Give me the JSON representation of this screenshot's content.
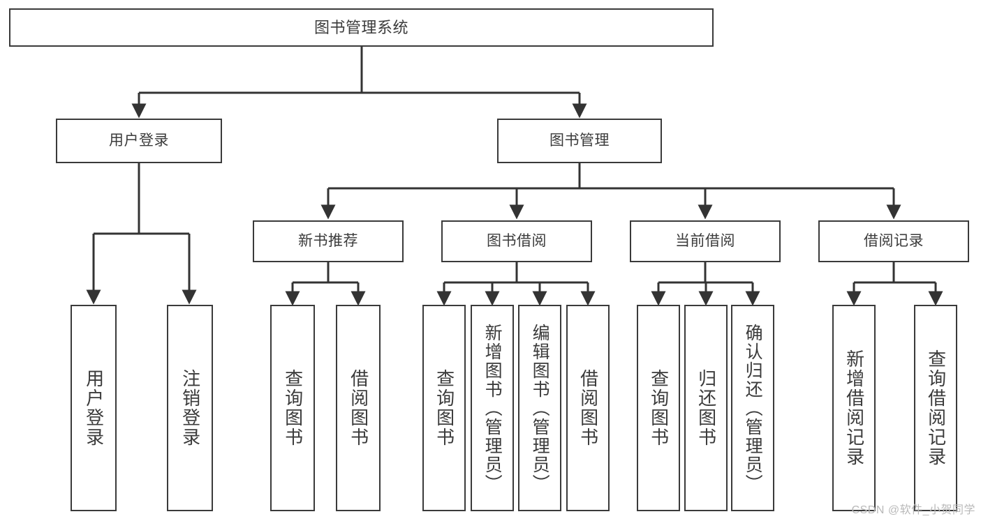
{
  "diagram": {
    "type": "tree-hierarchy",
    "title": "图书管理系统",
    "watermark": "CSDN @软件_小贺同学",
    "colors": {
      "border": "#3a3a3a",
      "text": "#3b3b3b",
      "background": "#ffffff",
      "edge": "#333333",
      "watermark": "#b9b9b9"
    },
    "root": {
      "label": "图书管理系统"
    },
    "level1": [
      {
        "label": "用户登录"
      },
      {
        "label": "图书管理"
      }
    ],
    "level2": [
      {
        "label": "新书推荐"
      },
      {
        "label": "图书借阅"
      },
      {
        "label": "当前借阅"
      },
      {
        "label": "借阅记录"
      }
    ],
    "leaves": {
      "user_login": [
        {
          "label": "用户登录"
        },
        {
          "label": "注销登录"
        }
      ],
      "new_book_recommend": [
        {
          "label": "查询图书"
        },
        {
          "label": "借阅图书"
        }
      ],
      "book_borrow": [
        {
          "label": "查询图书"
        },
        {
          "label": "新增图书（管理员）"
        },
        {
          "label": "编辑图书（管理员）"
        },
        {
          "label": "借阅图书"
        }
      ],
      "current_borrow": [
        {
          "label": "查询图书"
        },
        {
          "label": "归还图书"
        },
        {
          "label": "确认归还（管理员）"
        }
      ],
      "borrow_record": [
        {
          "label": "新增借阅记录"
        },
        {
          "label": "查询借阅记录"
        }
      ]
    }
  }
}
